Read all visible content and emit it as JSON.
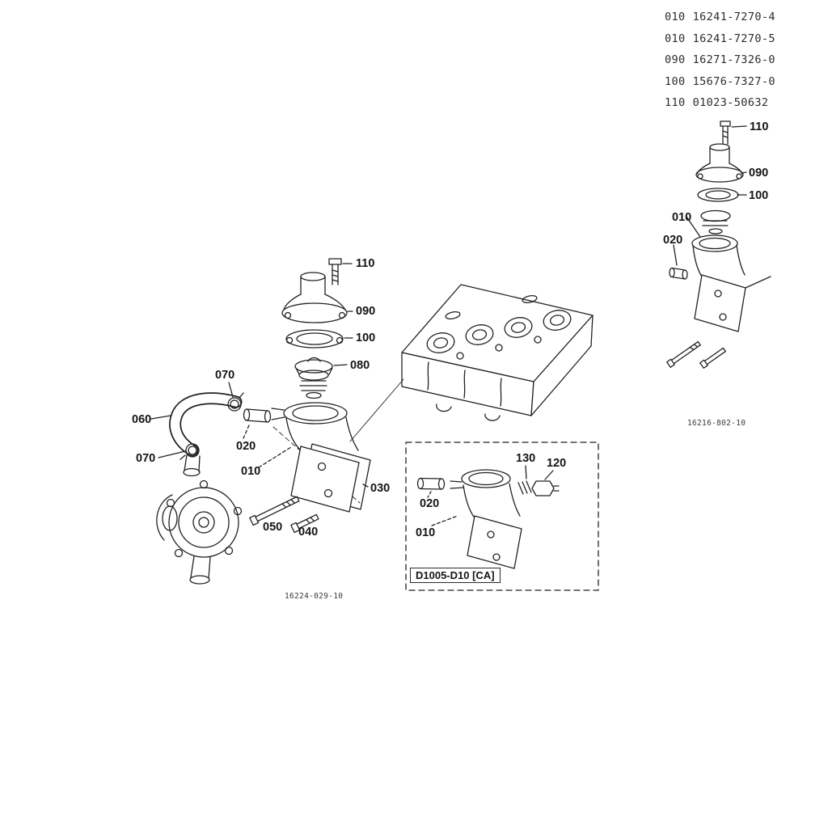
{
  "page": {
    "bg": "#ffffff",
    "ink": "#222222"
  },
  "parts_list": {
    "rows": [
      {
        "ref": "010",
        "number": "16241-7270-4"
      },
      {
        "ref": "010",
        "number": "16241-7270-5"
      },
      {
        "ref": "090",
        "number": "16271-7326-0"
      },
      {
        "ref": "100",
        "number": "15676-7327-0"
      },
      {
        "ref": "110",
        "number": "01023-50632"
      }
    ]
  },
  "main_diagram": {
    "callouts": {
      "c110": "110",
      "c090": "090",
      "c100": "100",
      "c080": "080",
      "c070a": "070",
      "c060": "060",
      "c020": "020",
      "c070b": "070",
      "c010": "010",
      "c030": "030",
      "c050": "050",
      "c040": "040"
    },
    "footnote": "16224-029-10"
  },
  "right_diagram": {
    "callouts": {
      "c110": "110",
      "c090": "090",
      "c100": "100",
      "c010": "010",
      "c020": "020"
    },
    "footnote": "16216-802-10"
  },
  "inset": {
    "label": "D1005-D10 [CA]",
    "callouts": {
      "c130": "130",
      "c120": "120",
      "c020": "020",
      "c010": "010"
    }
  }
}
